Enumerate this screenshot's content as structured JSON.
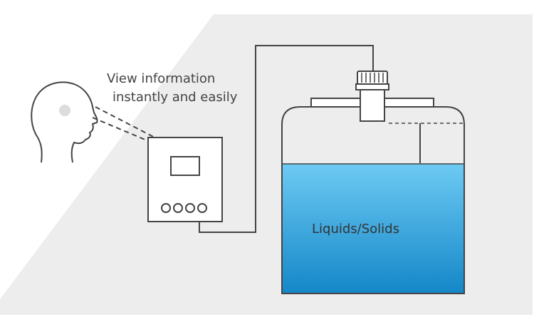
{
  "caption": {
    "line1": "View information",
    "line2": "instantly and easily"
  },
  "tank": {
    "label": "Liquids/Solids"
  },
  "colors": {
    "background_shape": "#ededed",
    "outline": "#444444",
    "liquid_top": "#6dcaf3",
    "liquid_bottom": "#1487c8",
    "head_spot": "#dcdcdc"
  },
  "icons": [
    "person-head-icon",
    "controller-display-icon",
    "ultrasonic-sensor-icon"
  ]
}
